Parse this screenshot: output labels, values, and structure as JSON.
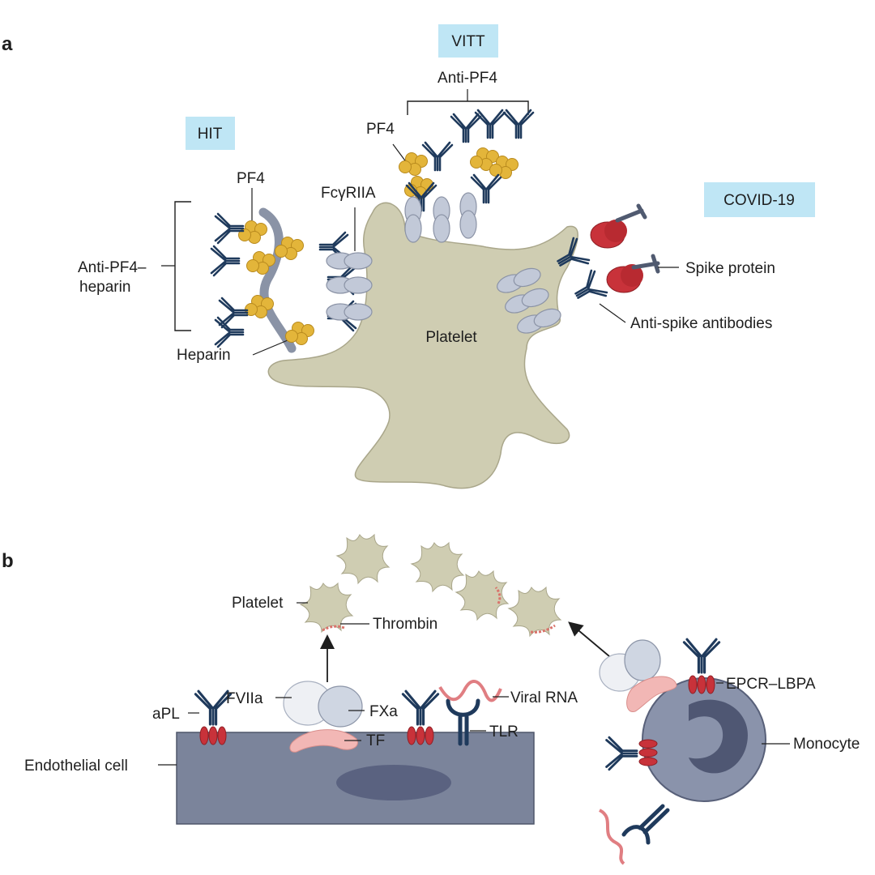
{
  "panel_a": {
    "letter": "a",
    "tags": {
      "hit": "HIT",
      "vitt": "VITT",
      "covid": "COVID-19"
    },
    "labels": {
      "pf4_hit": "PF4",
      "pf4_vitt": "PF4",
      "anti_pf4_vitt": "Anti-PF4",
      "fcgr": "FcγRIIA",
      "anti_pf4_heparin_1": "Anti-PF4–",
      "anti_pf4_heparin_2": "heparin",
      "heparin": "Heparin",
      "platelet": "Platelet",
      "spike": "Spike protein",
      "anti_spike": "Anti-spike antibodies"
    }
  },
  "panel_b": {
    "letter": "b",
    "labels": {
      "platelet": "Platelet",
      "thrombin": "Thrombin",
      "fviia": "FVIIa",
      "fxa": "FXa",
      "tf": "TF",
      "apl": "aPL",
      "viral_rna": "Viral RNA",
      "tlr": "TLR",
      "epcr": "EPCR–LBPA",
      "monocyte": "Monocyte",
      "endothelial": "Endothelial cell"
    }
  },
  "colors": {
    "platelet_fill": "#cfcdb2",
    "antibody": "#1f3a5c",
    "pf4": "#e3b53a",
    "heparin": "#8a93a6",
    "receptor": "#bcc4d3",
    "spike": "#c8323a",
    "tag_bg": "#bfe6f5",
    "endothelial": "#7b849b",
    "monocyte": "#8a93ab",
    "tf": "#f2b7b5"
  }
}
